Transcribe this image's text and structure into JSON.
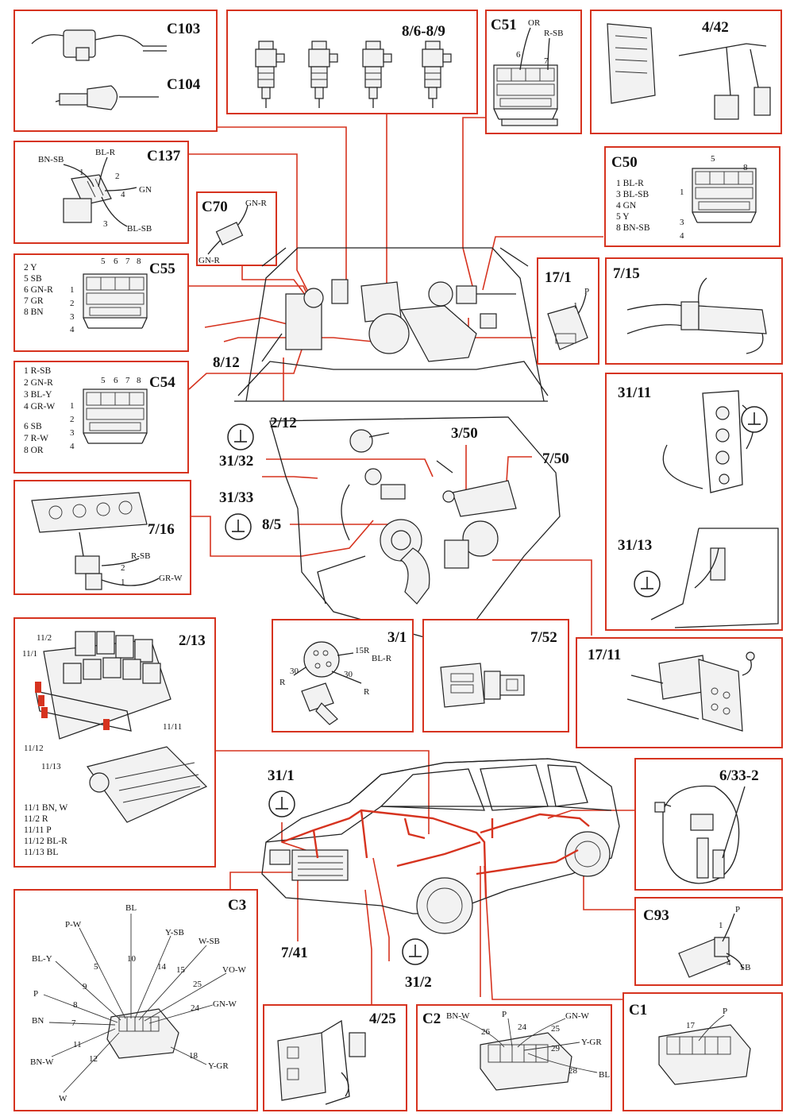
{
  "colors": {
    "callout_red": "#d6331f",
    "ink": "#222222",
    "paper": "#ffffff"
  },
  "icons": {
    "ground": "ground-symbol-icon"
  },
  "components": {
    "c103": {
      "title": "C103"
    },
    "c104": {
      "title": "C104"
    },
    "injectors": {
      "title": "8/6-8/9"
    },
    "c51": {
      "title": "C51",
      "wires": [
        "OR",
        "R-SB"
      ],
      "pins": [
        "6",
        "7"
      ]
    },
    "p442": {
      "title": "4/42"
    },
    "c137": {
      "title": "C137",
      "wires": [
        "BN-SB",
        "BL-R",
        "GN",
        "BL-SB"
      ],
      "pins": [
        "1",
        "2",
        "4",
        "3"
      ]
    },
    "c70": {
      "title": "C70",
      "wires": [
        "GN-R",
        "GN-R"
      ]
    },
    "c50": {
      "title": "C50",
      "legend": [
        "1 BL-R",
        "3 BL-SB",
        "4 GN",
        "5 Y",
        "8 BN-SB"
      ],
      "pins": [
        "5",
        "8",
        "1",
        "3",
        "4"
      ]
    },
    "c55": {
      "title": "C55",
      "legend": [
        "2 Y",
        "5 SB",
        "6 GN-R",
        "7 GR",
        "8 BN"
      ],
      "pins_top": [
        "5",
        "6",
        "7",
        "8"
      ],
      "pins_side": [
        "1",
        "2",
        "3",
        "4"
      ]
    },
    "p171": {
      "title": "17/1",
      "wires": [
        "P"
      ],
      "pins": [
        "1"
      ]
    },
    "p715": {
      "title": "7/15"
    },
    "p812": {
      "title": "8/12"
    },
    "p212": {
      "title": "2/12"
    },
    "c54": {
      "title": "C54",
      "legend": [
        "1 R-SB",
        "2 GN-R",
        "3 BL-Y",
        "4 GR-W",
        "6 SB",
        "7 R-W",
        "8 OR"
      ],
      "pins_top": [
        "5",
        "6",
        "7",
        "8"
      ],
      "pins_side": [
        "1",
        "2",
        "3",
        "4"
      ]
    },
    "p3132": {
      "title": "31/32"
    },
    "p3133": {
      "title": "31/33"
    },
    "p350": {
      "title": "3/50"
    },
    "p750": {
      "title": "7/50"
    },
    "p85": {
      "title": "8/5"
    },
    "p3111": {
      "title": "31/11"
    },
    "p3113": {
      "title": "31/13"
    },
    "p716": {
      "title": "7/16",
      "wires": [
        "R-SB",
        "GR-W"
      ],
      "pins": [
        "2",
        "1"
      ]
    },
    "p213": {
      "title": "2/13"
    },
    "fusebox": {
      "pins": [
        "11/2",
        "11/1",
        "11/11",
        "11/12",
        "11/13"
      ],
      "legend": [
        "11/1 BN, W",
        "11/2 R",
        "11/11 P",
        "11/12 BL-R",
        "11/13 BL"
      ]
    },
    "p31": {
      "title": "3/1",
      "wires": [
        "15R",
        "BL-R",
        "30",
        "30",
        "R",
        "R"
      ]
    },
    "p752": {
      "title": "7/52"
    },
    "p1711": {
      "title": "17/11"
    },
    "p311": {
      "title": "31/1"
    },
    "p633": {
      "title": "6/33-2"
    },
    "c93": {
      "title": "C93",
      "wires": [
        "P",
        "SB"
      ],
      "pins": [
        "1",
        "4"
      ]
    },
    "p741": {
      "title": "7/41"
    },
    "p312": {
      "title": "31/2"
    },
    "c3": {
      "title": "C3",
      "wires": [
        "BL",
        "P-W",
        "Y-SB",
        "W-SB",
        "BL-Y",
        "VO-W",
        "P",
        "GN-W",
        "BN",
        "BN-W",
        "Y-GR",
        "W"
      ],
      "pins": [
        "10",
        "5",
        "14",
        "15",
        "9",
        "25",
        "8",
        "24",
        "7",
        "11",
        "12",
        "18"
      ]
    },
    "p425": {
      "title": "4/25"
    },
    "c2": {
      "title": "C2",
      "wires": [
        "BN-W",
        "P",
        "GN-W",
        "Y-GR",
        "BL"
      ],
      "pins": [
        "26",
        "24",
        "25",
        "29",
        "28"
      ]
    },
    "c1": {
      "title": "C1",
      "wires": [
        "P"
      ],
      "pins": [
        "17"
      ]
    }
  }
}
